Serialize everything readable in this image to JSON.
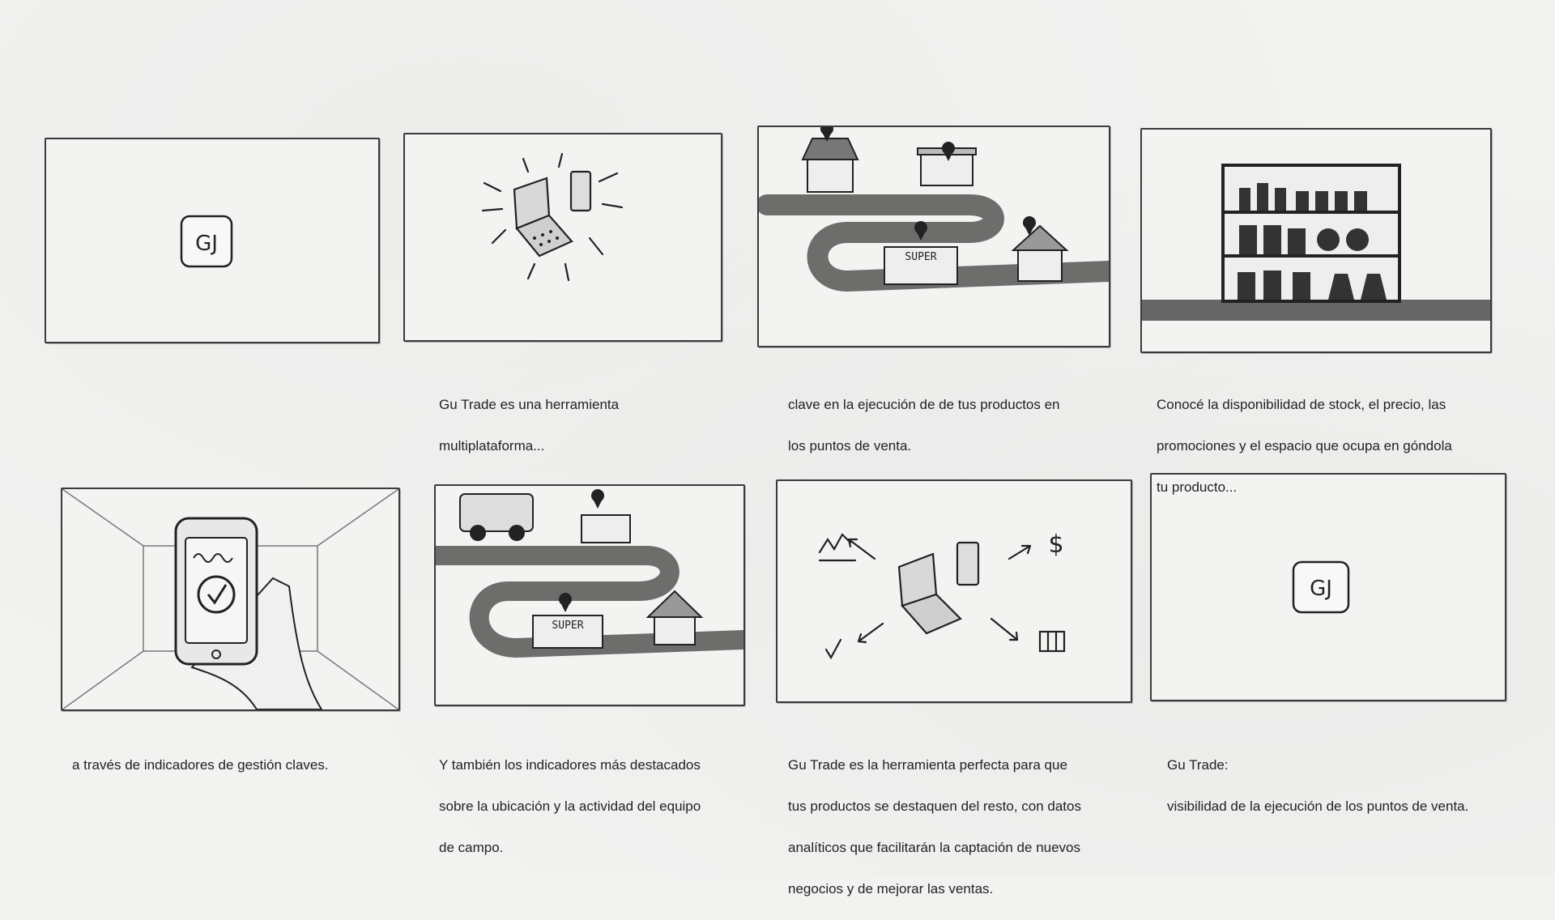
{
  "panels": [
    {
      "caption": [],
      "logo_text": "GJ"
    },
    {
      "caption": [
        "Gu Trade es una herramienta",
        "multiplataforma..."
      ]
    },
    {
      "caption": [
        "clave en la ejecución de de tus productos en",
        "los puntos de venta."
      ],
      "sign": "SUPER"
    },
    {
      "caption": [
        "Conocé la disponibilidad de stock, el precio, las",
        "promociones y el espacio que ocupa en góndola",
        "tu producto..."
      ]
    },
    {
      "caption": [
        "a través de indicadores de gestión claves."
      ]
    },
    {
      "caption": [
        "Y también los indicadores más destacados",
        " sobre la ubicación y la actividad del equipo",
        "de campo."
      ],
      "sign": "SUPER"
    },
    {
      "caption": [
        "Gu Trade es la herramienta perfecta para que",
        "tus productos se destaquen del resto, con datos",
        "analíticos que facilitarán la captación de nuevos",
        "negocios y de mejorar las ventas."
      ],
      "symbol": "$"
    },
    {
      "caption": [
        "Gu Trade:",
        "visibilidad de la ejecución de los puntos de venta."
      ],
      "logo_text": "GJ"
    }
  ]
}
